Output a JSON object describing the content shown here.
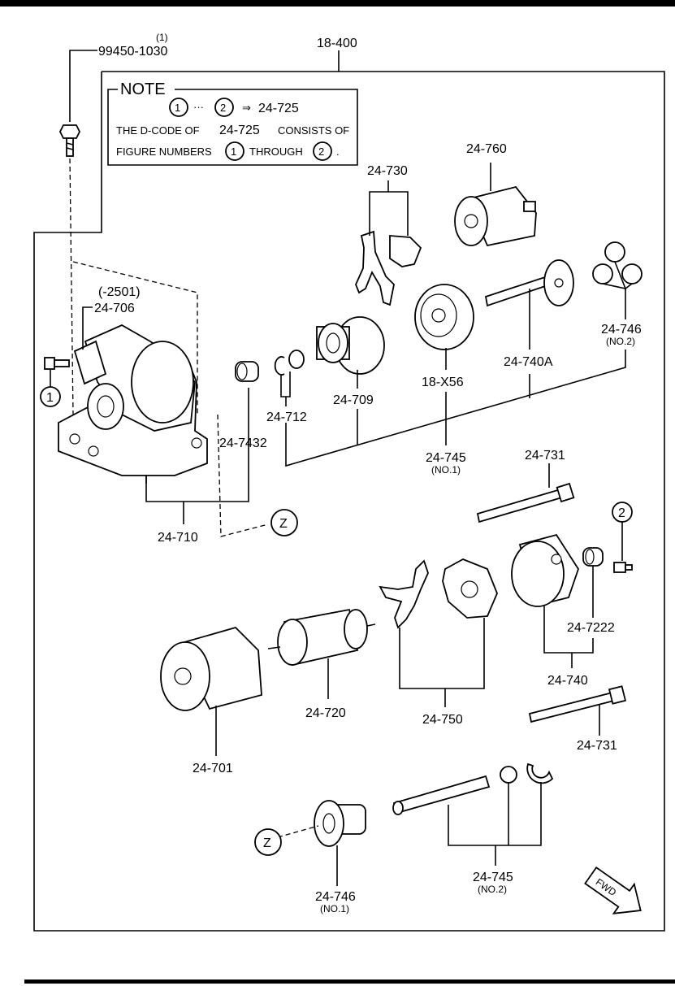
{
  "assembly": "18-400",
  "bolt": {
    "qty": "(1)",
    "part": "99450-1030"
  },
  "note": {
    "title": "NOTE",
    "range_from": "1",
    "range_sep": "···",
    "range_to": "2",
    "arrow": "⇒",
    "range_code": "24-725",
    "line2_prefix": "THE D-CODE OF",
    "line2_code": "24-725",
    "line2_suffix": "CONSISTS OF",
    "line3_prefix": "FIGURE NUMBERS",
    "line3_mid": "THROUGH",
    "line3_end": "."
  },
  "callouts": {
    "c1_left": "1",
    "c2_right": "2",
    "z_top": "Z",
    "z_bottom": "Z"
  },
  "labels": {
    "p2501": "(-2501)",
    "p24_706": "24-706",
    "p24_730": "24-730",
    "p24_760": "24-760",
    "p24_746_top": "24-746",
    "p24_746_top_sub": "(NO.2)",
    "p24_740a": "24-740A",
    "p18_x56": "18-X56",
    "p24_709": "24-709",
    "p24_712": "24-712",
    "p24_7432": "24-7432",
    "p24_745_top": "24-745",
    "p24_745_top_sub": "(NO.1)",
    "p24_710": "24-710",
    "p24_731_top": "24-731",
    "p24_7222": "24-7222",
    "p24_740": "24-740",
    "p24_750": "24-750",
    "p24_720": "24-720",
    "p24_701": "24-701",
    "p24_731_bottom": "24-731",
    "p24_745_bottom": "24-745",
    "p24_745_bottom_sub": "(NO.2)",
    "p24_746_bottom": "24-746",
    "p24_746_bottom_sub": "(NO.1)",
    "fwd": "FWD"
  }
}
